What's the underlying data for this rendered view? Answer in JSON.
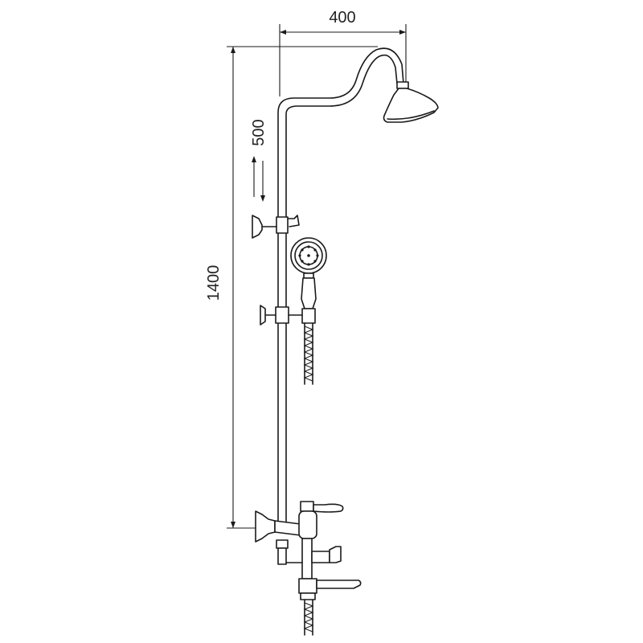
{
  "diagram": {
    "dimensions": {
      "width_label": "400",
      "height_label": "1400",
      "slide_label": "500"
    },
    "colors": {
      "line": "#1a1a1a",
      "background": "#ffffff"
    }
  }
}
